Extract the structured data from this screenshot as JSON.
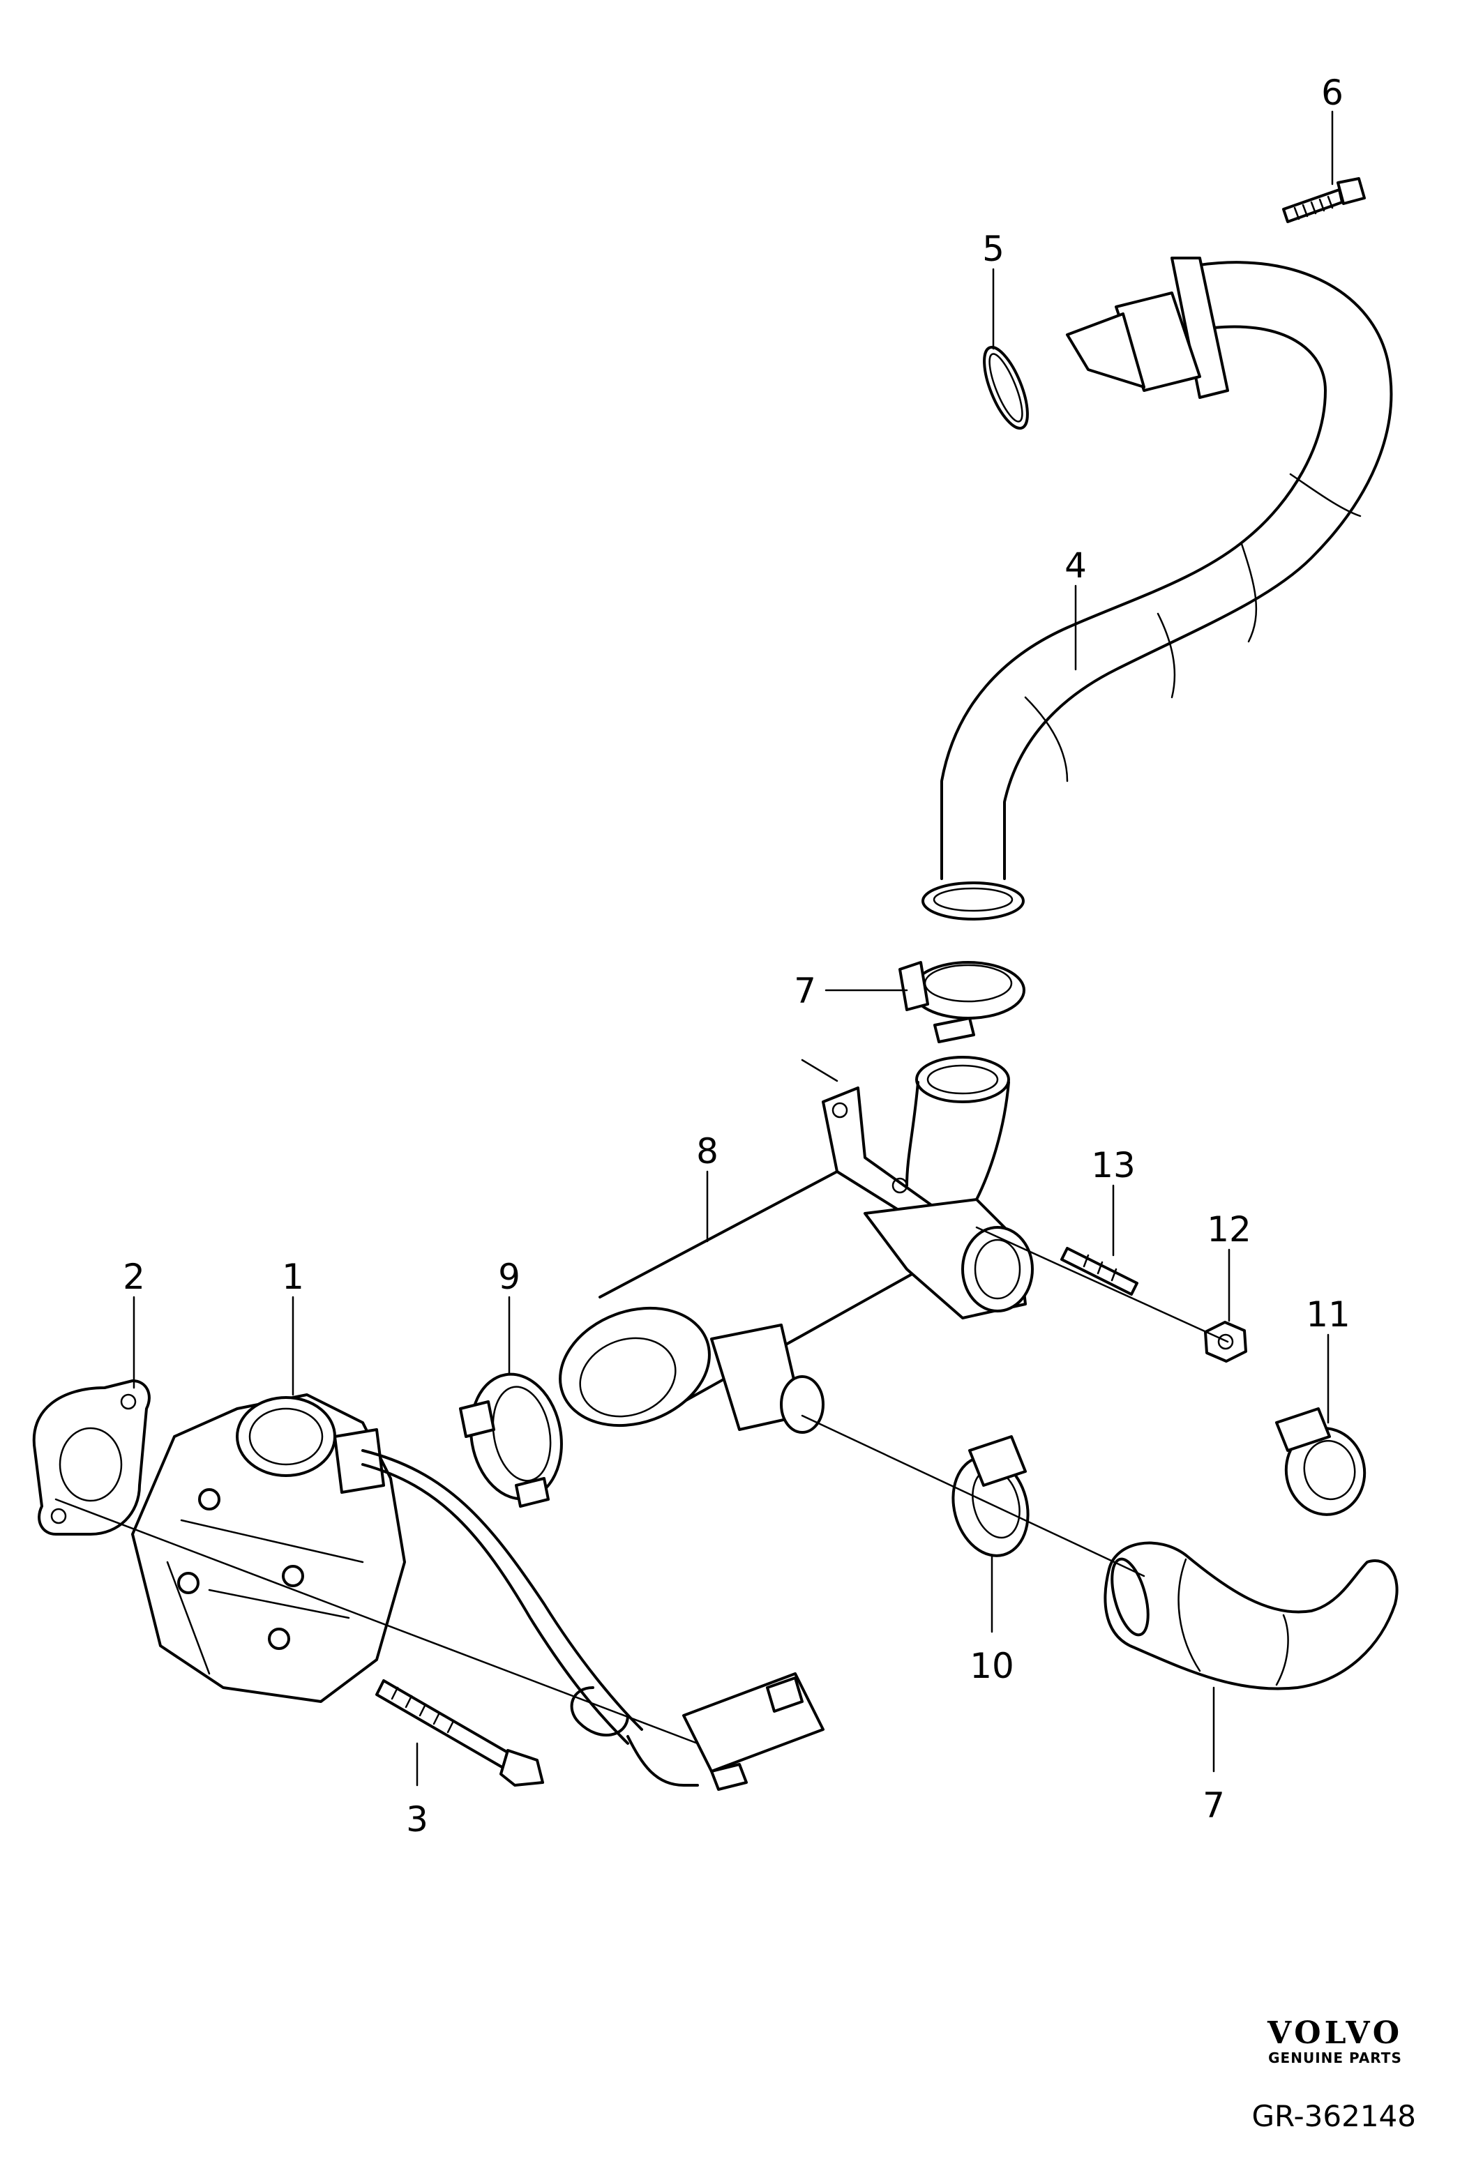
{
  "callouts": [
    {
      "id": "1",
      "label": "1"
    },
    {
      "id": "2",
      "label": "2"
    },
    {
      "id": "3",
      "label": "3"
    },
    {
      "id": "4",
      "label": "4"
    },
    {
      "id": "5",
      "label": "5"
    },
    {
      "id": "6",
      "label": "6"
    },
    {
      "id": "7a",
      "label": "7"
    },
    {
      "id": "7b",
      "label": "7"
    },
    {
      "id": "8",
      "label": "8"
    },
    {
      "id": "9",
      "label": "9"
    },
    {
      "id": "10",
      "label": "10"
    },
    {
      "id": "11",
      "label": "11"
    },
    {
      "id": "12",
      "label": "12"
    },
    {
      "id": "13",
      "label": "13"
    }
  ],
  "brand": {
    "name": "VOLVO",
    "tagline": "GENUINE PARTS"
  },
  "reference": "GR-362148"
}
